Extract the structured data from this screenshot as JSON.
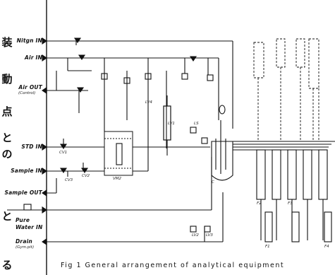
{
  "margin_text": [
    "装",
    "動",
    "点",
    "と",
    "の",
    "と",
    "る"
  ],
  "inlets": {
    "nitrogen_in": "Nitgn IN",
    "air_in": "Air IN",
    "air_out": "Air OUT",
    "air_out_sub": "(Control)",
    "std_in": "STD IN",
    "sample_in": "Sample IN",
    "sample_out": "Sample OUT",
    "pure_water_in_1": "Pure",
    "pure_water_in_2": "Water IN",
    "drain_1": "Drain",
    "drain_2": "(Gym.pit)"
  },
  "component_labels": {
    "cv1": "CV1",
    "cv2": "CV2",
    "cv3": "CV3",
    "lv1": "LV1",
    "lv2": "LV2",
    "lv3": "LV3",
    "lv4": "LV4",
    "ls": "LS",
    "vm2": "VM2",
    "f2": "F2",
    "f3": "F3",
    "f1": "F1",
    "f4": "F4",
    "c": "C"
  },
  "caption": "Fig 1  General arrangement of analytical equipment"
}
